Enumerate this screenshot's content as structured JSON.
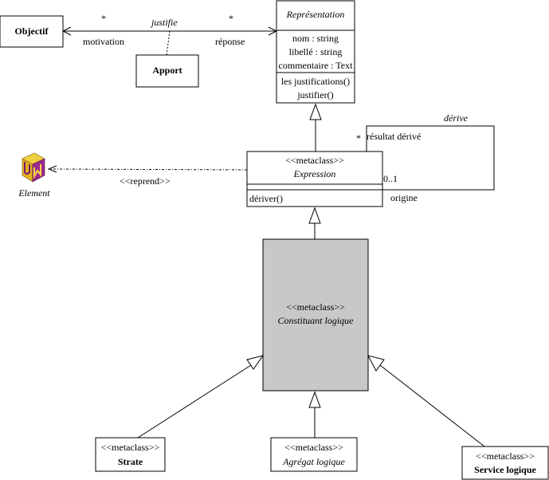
{
  "classes": {
    "objectif": {
      "name": "Objectif"
    },
    "apport": {
      "name": "Apport"
    },
    "representation": {
      "name": "Représentation",
      "attributes": [
        "nom : string",
        "libellé : string",
        "commentaire : Text"
      ],
      "operations": [
        "les justifications()",
        "justifier()"
      ]
    },
    "expression": {
      "stereotype": "<<metaclass>>",
      "name": "Expression",
      "operations": [
        "dériver()"
      ]
    },
    "constituant": {
      "stereotype": "<<metaclass>>",
      "name": "Constituant logique"
    },
    "strate": {
      "stereotype": "<<metaclass>>",
      "name": "Strate"
    },
    "agregat": {
      "stereotype": "<<metaclass>>",
      "name": "Agrégat logique"
    },
    "service": {
      "stereotype": "<<metaclass>>",
      "name": "Service logique"
    },
    "element": {
      "name": "Element",
      "icon": "uml-cube-icon"
    }
  },
  "associations": {
    "justifie": {
      "name": "justifie",
      "left_multiplicity": "*",
      "left_role": "motivation",
      "right_multiplicity": "*",
      "right_role": "réponse"
    },
    "derive": {
      "name": "dérive",
      "top_multiplicity": "*",
      "top_role": "résultat dérivé",
      "bottom_multiplicity": "0..1",
      "bottom_role": "origine"
    },
    "reprend": {
      "label": "<<reprend>>"
    }
  },
  "colors": {
    "shaded_fill": "#c8c8c8",
    "line": "#000000"
  }
}
